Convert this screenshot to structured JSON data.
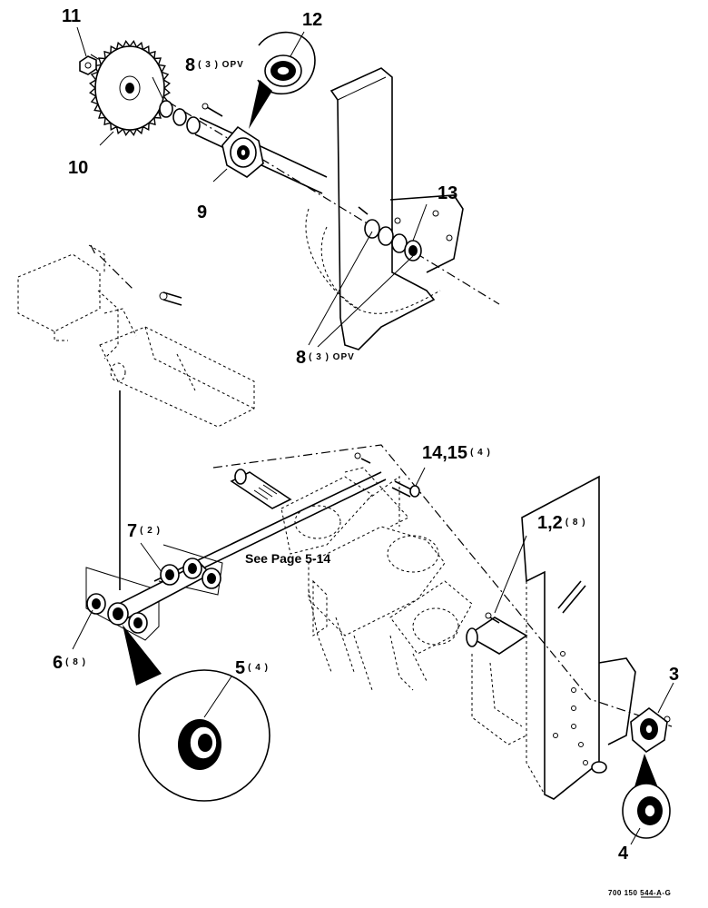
{
  "callouts": [
    {
      "id": "c11",
      "number": "11",
      "qty": ""
    },
    {
      "id": "c12",
      "number": "12",
      "qty": ""
    },
    {
      "id": "c8a",
      "number": "8",
      "qty": "( 3 ) OPV"
    },
    {
      "id": "c10",
      "number": "10",
      "qty": ""
    },
    {
      "id": "c9",
      "number": "9",
      "qty": ""
    },
    {
      "id": "c13",
      "number": "13",
      "qty": ""
    },
    {
      "id": "c8b",
      "number": "8",
      "qty": "( 3 ) OPV"
    },
    {
      "id": "c14",
      "number": "14,15",
      "qty": "( 4 )"
    },
    {
      "id": "c7",
      "number": "7",
      "qty": "( 2 )"
    },
    {
      "id": "c1",
      "number": "1,2",
      "qty": "( 8 )"
    },
    {
      "id": "c6",
      "number": "6",
      "qty": "( 8 )"
    },
    {
      "id": "c5",
      "number": "5",
      "qty": "( 4 )"
    },
    {
      "id": "c3",
      "number": "3",
      "qty": ""
    },
    {
      "id": "c4",
      "number": "4",
      "qty": ""
    }
  ],
  "note": "See Page 5-14",
  "drawing_code": "700 150 544-A-G"
}
